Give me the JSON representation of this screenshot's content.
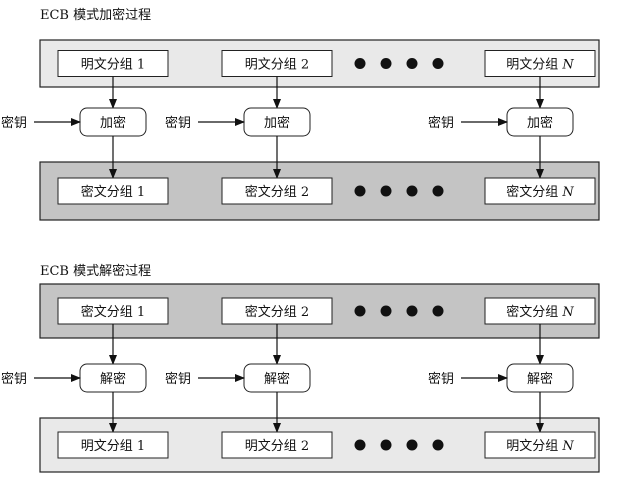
{
  "encryption": {
    "title": "ECB 模式加密过程",
    "input_row_fill": "#e9e9e9",
    "output_row_fill": "#c4c4c4",
    "inputs": [
      {
        "text": "明文分组 1",
        "n": ""
      },
      {
        "text": "明文分组 2",
        "n": ""
      },
      {
        "text": "明文分组 ",
        "n": "N"
      }
    ],
    "key_label": "密钥",
    "operation": "加密",
    "outputs": [
      {
        "text": "密文分组 1",
        "n": ""
      },
      {
        "text": "密文分组 2",
        "n": ""
      },
      {
        "text": "密文分组 ",
        "n": "N"
      }
    ]
  },
  "decryption": {
    "title": "ECB 模式解密过程",
    "input_row_fill": "#c4c4c4",
    "output_row_fill": "#e9e9e9",
    "inputs": [
      {
        "text": "密文分组 1",
        "n": ""
      },
      {
        "text": "密文分组 2",
        "n": ""
      },
      {
        "text": "密文分组 ",
        "n": "N"
      }
    ],
    "key_label": "密钥",
    "operation": "解密",
    "outputs": [
      {
        "text": "明文分组 1",
        "n": ""
      },
      {
        "text": "明文分组 2",
        "n": ""
      },
      {
        "text": "明文分组 ",
        "n": "N"
      }
    ]
  }
}
